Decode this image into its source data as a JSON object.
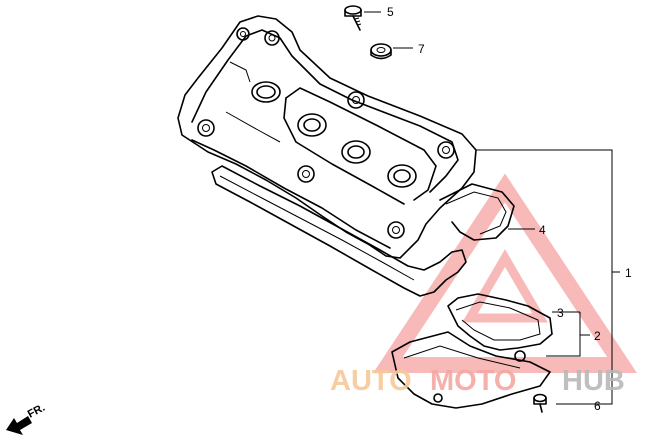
{
  "callouts": [
    {
      "id": "1",
      "label": "1"
    },
    {
      "id": "2",
      "label": "2"
    },
    {
      "id": "3",
      "label": "3"
    },
    {
      "id": "4",
      "label": "4"
    },
    {
      "id": "5",
      "label": "5"
    },
    {
      "id": "6",
      "label": "6"
    },
    {
      "id": "7",
      "label": "7"
    }
  ],
  "direction_marker": "FR.",
  "watermark": {
    "part1": "AUTO",
    "part2": "MOTO",
    "part3": "HUB",
    "color_orange": "#f7c99a",
    "color_red": "#f4a8a3",
    "color_gray": "#b9b9b9"
  }
}
